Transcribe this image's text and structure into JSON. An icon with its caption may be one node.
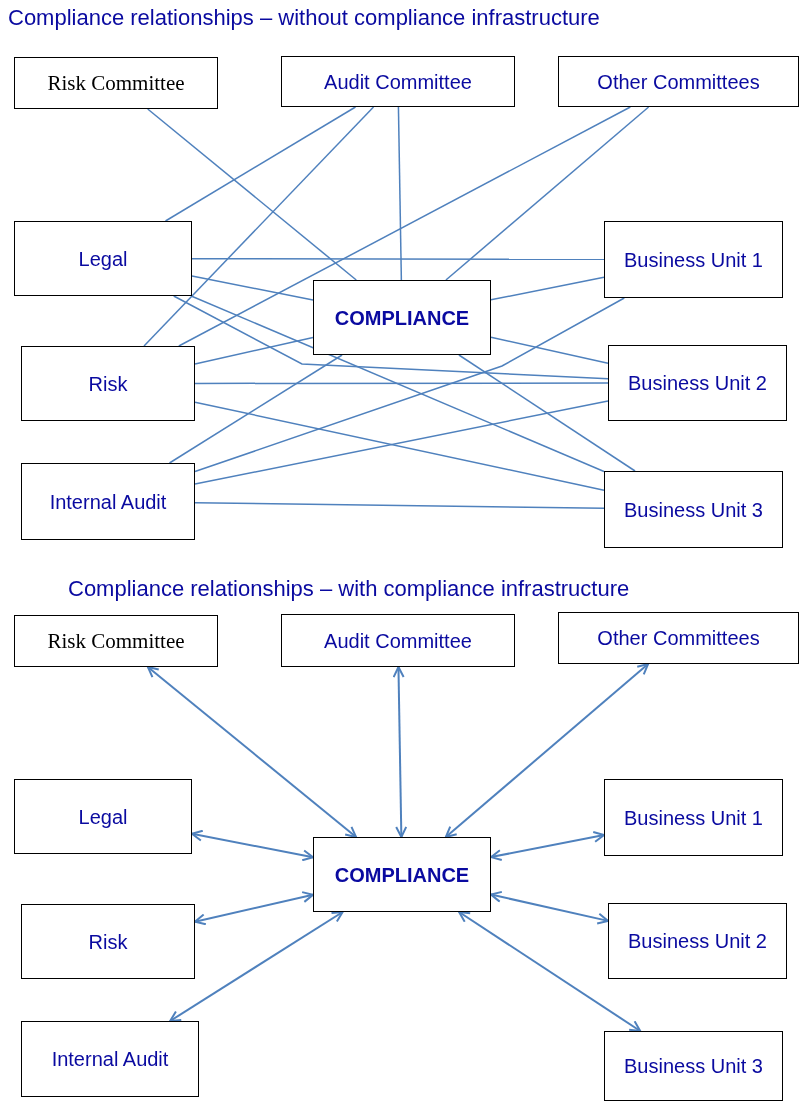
{
  "diagram": {
    "title": "Compliance relationships – without compliance infrastructure",
    "nodes": [
      {
        "text": [
          "Risk Committee"
        ]
      },
      {
        "text": [
          "Audit Committee"
        ]
      },
      {
        "text": [
          "Other Committees"
        ]
      },
      {
        "text": [
          "Legal"
        ]
      },
      {
        "text": [
          "Business Unit 1"
        ]
      },
      {
        "text": [
          "COMPLIANCE"
        ]
      },
      {
        "text": [
          "Risk"
        ]
      },
      {
        "text": [
          "Business Unit 2"
        ]
      },
      {
        "text": [
          "Internal Audit"
        ]
      },
      {
        "text": [
          "Business Unit 3"
        ]
      },
      {
        "text": [
          "Risk Committee"
        ]
      },
      {
        "text": [
          "Audit Committee"
        ]
      },
      {
        "text": [
          "Other Committees"
        ]
      },
      {
        "text": [
          "Legal"
        ]
      },
      {
        "text": [
          "Business Unit 1"
        ]
      },
      {
        "text": [
          "COMPLIANCE"
        ]
      },
      {
        "text": [
          "Risk"
        ]
      },
      {
        "text": [
          "Business Unit 2"
        ]
      },
      {
        "text": [
          "Internal Audit"
        ]
      },
      {
        "text": [
          "Business Unit 3"
        ]
      }
    ],
    "edges": [
      {
        "from": 0,
        "to": 5,
        "arrow": "none"
      },
      {
        "from": 1,
        "to": 3,
        "arrow": "none"
      },
      {
        "from": 1,
        "to": 6,
        "arrow": "none"
      },
      {
        "from": 1,
        "to": 5,
        "arrow": "none"
      },
      {
        "from": 2,
        "to": 5,
        "arrow": "none"
      },
      {
        "from": 2,
        "to": 6,
        "arrow": "none"
      },
      {
        "from": 3,
        "to": 4,
        "arrow": "none"
      },
      {
        "from": 3,
        "to": 5,
        "arrow": "none"
      },
      {
        "from": 3,
        "to": 7,
        "arrow": "none"
      },
      {
        "from": 3,
        "to": 9,
        "arrow": "none"
      },
      {
        "from": 6,
        "to": 5,
        "arrow": "none"
      },
      {
        "from": 6,
        "to": 7,
        "arrow": "none"
      },
      {
        "from": 6,
        "to": 9,
        "arrow": "none"
      },
      {
        "from": 8,
        "to": 5,
        "arrow": "none"
      },
      {
        "from": 8,
        "to": 4,
        "arrow": "none"
      },
      {
        "from": 8,
        "to": 7,
        "arrow": "none"
      },
      {
        "from": 8,
        "to": 9,
        "arrow": "none"
      },
      {
        "from": 5,
        "to": 4,
        "arrow": "none"
      },
      {
        "from": 5,
        "to": 7,
        "arrow": "none"
      },
      {
        "from": 5,
        "to": 9,
        "arrow": "none"
      },
      {
        "from": 15,
        "to": 10,
        "arrow": "both"
      },
      {
        "from": 15,
        "to": 11,
        "arrow": "both"
      },
      {
        "from": 15,
        "to": 12,
        "arrow": "both"
      },
      {
        "from": 15,
        "to": 13,
        "arrow": "both"
      },
      {
        "from": 15,
        "to": 14,
        "arrow": "both"
      },
      {
        "from": 15,
        "to": 16,
        "arrow": "both"
      },
      {
        "from": 15,
        "to": 17,
        "arrow": "both"
      },
      {
        "from": 15,
        "to": 18,
        "arrow": "both"
      },
      {
        "from": 15,
        "to": 19,
        "arrow": "both"
      }
    ],
    "labels": [
      "Compliance relationships – with compliance infrastructure"
    ]
  }
}
